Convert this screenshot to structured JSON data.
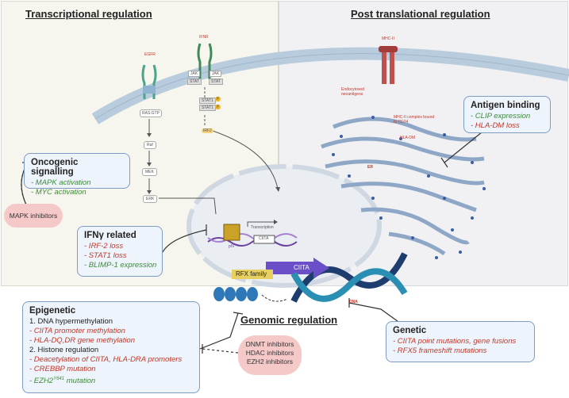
{
  "headers": {
    "transcriptional": "Transcriptional regulation",
    "post_translational": "Post  translational regulation",
    "genomic": "Genomic regulation"
  },
  "membrane_labels": {
    "egfr": "EGFR",
    "ifnr": "IFNR",
    "mhc2": "MHC-II",
    "jak": "JAK",
    "stat": "STAT",
    "stat1": "STAT1",
    "p": "P",
    "irf2": "IRF2",
    "rasgtp": "RAS:GTP",
    "raf": "Raf",
    "mek": "MEK",
    "erk": "ERK",
    "endocytosed": "Endocytosed neoantigens",
    "mhc_complex": "MHC-II complex bound to CD74",
    "hla_dm": "HLA-DM",
    "er": "ER",
    "transcription": "Transcription",
    "ciita_gene": "CIITA",
    "piv": "pIV",
    "ciita": "CIITA",
    "rfx": "RFX family",
    "dna": "DNA"
  },
  "oncogenic": {
    "title": "Oncogenic signalling",
    "items": [
      "- MAPK activation",
      "- MYC activation"
    ]
  },
  "mapk_inhibitors": "MAPK inhibitors",
  "ifn_related": {
    "title": "IFNγ related",
    "items": [
      "- IRF-2 loss",
      "- STAT1 loss",
      "- BLIMP-1 expression"
    ]
  },
  "antigen_binding": {
    "title": "Antigen binding",
    "items": [
      "- CLIP expression",
      "- HLA-DM loss"
    ]
  },
  "epigenetic": {
    "title": "Epigenetic",
    "sub1": "1. DNA hypermethylation",
    "items1": [
      "- CIITA promoter methylation",
      "- HLA-DQ,DR gene methylation"
    ],
    "sub2": "2. Histone regulation",
    "items2": [
      "- Deacetylation of CIITA, HLA-DRA promoters",
      "- CREBBP mutation"
    ],
    "ezh2_prefix": "- EZH2",
    "ezh2_sup": "Y641",
    "ezh2_suffix": " mutation"
  },
  "epi_inhibitors": [
    "DNMT inhibitors",
    "HDAC inhibitors",
    "EZH2 inhibitors"
  ],
  "genetic": {
    "title": "Genetic",
    "items": [
      "- CIITA point mutations, gene fusions",
      "- RFX5 frameshift mutations"
    ]
  },
  "colors": {
    "left_panel": "#f7f6ee",
    "right_panel": "#f1f1f3",
    "membrane": "#b9ccdd",
    "box_fill": "#eef4fb",
    "box_border": "#7f9cc4",
    "green_text": "#3e8a3a",
    "red_text": "#c0392b",
    "cloud": "#f6c9c9"
  }
}
